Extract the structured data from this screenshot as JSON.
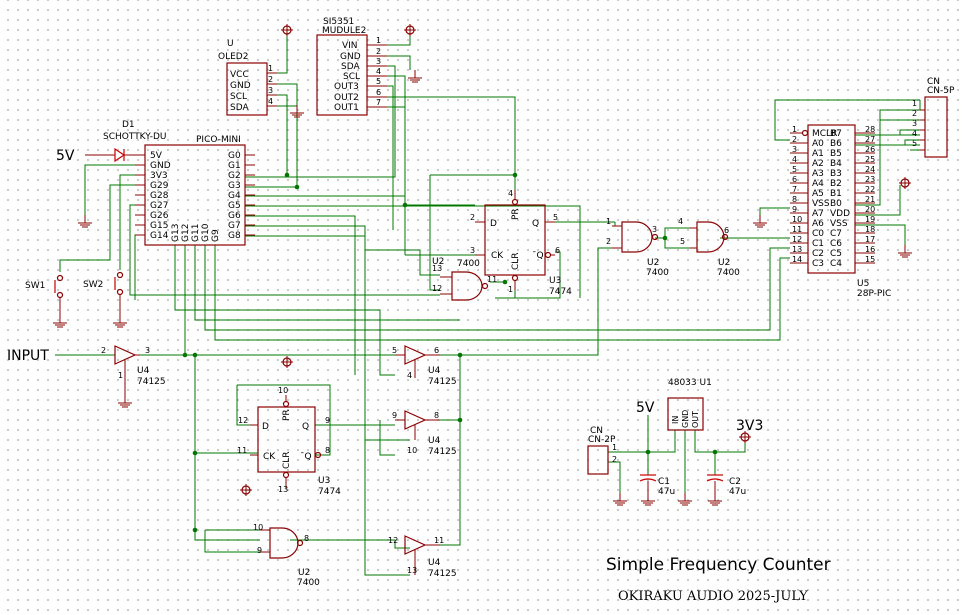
{
  "title": "Simple Frequency Counter",
  "credit": "OKIRAKU AUDIO 2025-JULY",
  "net_labels": {
    "v5_left": "5V",
    "v5_reg": "5V",
    "v33": "3V3",
    "input": "INPUT"
  },
  "oled": {
    "ref": "U",
    "name": "OLED2",
    "pins": [
      "VCC",
      "GND",
      "SCL",
      "SDA"
    ],
    "nums": [
      "1",
      "2",
      "3",
      "4"
    ]
  },
  "si5351": {
    "ref": "SI5351",
    "name": "MUDULE2",
    "pins": [
      "VIN",
      "GND",
      "SDA",
      "SCL",
      "OUT3",
      "OUT2",
      "OUT1"
    ],
    "nums": [
      "1",
      "2",
      "3",
      "4",
      "5",
      "6",
      "7"
    ]
  },
  "diode": {
    "ref": "D1",
    "name": "SCHOTTKY-DU"
  },
  "pico": {
    "name": "PICO-MINI",
    "left_pins": [
      "5V",
      "GND",
      "3V3",
      "G29",
      "G28",
      "G27",
      "G26",
      "G15",
      "G14"
    ],
    "right_pins": [
      "G0",
      "G1",
      "G2",
      "G3",
      "G4",
      "G5",
      "G6",
      "G7",
      "G8"
    ],
    "bottom_pins": [
      "G13",
      "G12",
      "G11",
      "G10",
      "G9"
    ]
  },
  "switches": {
    "sw1": "SW1",
    "sw2": "SW2"
  },
  "ff_top": {
    "pins": [
      "D",
      "CK",
      "Q",
      "¯Q",
      "PR",
      "CLR"
    ],
    "nums": {
      "d": "2",
      "ck": "3",
      "q": "5",
      "qn": "6",
      "pr": "4",
      "clr": "1"
    },
    "ref": "U3",
    "part": "7474"
  },
  "ff_bot": {
    "pins": [
      "D",
      "CK",
      "Q",
      "¯Q",
      "PR",
      "CLR"
    ],
    "nums": {
      "d": "12",
      "ck": "11",
      "q": "9",
      "qn": "8",
      "pr": "10",
      "clr": "13"
    },
    "ref": "U3",
    "part": "7474"
  },
  "nand_small": {
    "ref": "U2",
    "part": "7400",
    "nums": [
      "13",
      "12",
      "11"
    ]
  },
  "nand1": {
    "ref": "U2",
    "part": "7400",
    "nums": [
      "1",
      "2",
      "3"
    ]
  },
  "nand2": {
    "ref": "U2",
    "part": "7400",
    "nums": [
      "4",
      "5",
      "6"
    ]
  },
  "nand3": {
    "ref": "U2",
    "part": "7400",
    "nums": [
      "10",
      "9",
      "8"
    ]
  },
  "buf_in": {
    "ref": "U4",
    "part": "74125",
    "nums": [
      "2",
      "3",
      "1"
    ]
  },
  "buf_a": {
    "ref": "U4",
    "part": "74125",
    "nums": [
      "5",
      "6",
      "4"
    ]
  },
  "buf_b": {
    "ref": "U4",
    "part": "74125",
    "nums": [
      "9",
      "8",
      "10"
    ]
  },
  "buf_c": {
    "ref": "U4",
    "part": "74125",
    "nums": [
      "12",
      "11",
      "13"
    ]
  },
  "pic": {
    "ref": "U5",
    "name": "28P-PIC",
    "left_pins": [
      "MCLR",
      "A0",
      "A1",
      "A2",
      "A3",
      "A4",
      "A5",
      "VSS",
      "A7",
      "A6",
      "C0",
      "C1",
      "C2",
      "C3"
    ],
    "right_pins": [
      "B7",
      "B6",
      "B5",
      "B4",
      "B3",
      "B2",
      "B1",
      "B0",
      "VDD",
      "VSS",
      "C7",
      "C6",
      "C5",
      "C4"
    ]
  },
  "cn5": {
    "ref": "CN",
    "name": "CN-5P",
    "nums": [
      "1",
      "2",
      "3",
      "4",
      "5"
    ]
  },
  "cn2": {
    "ref": "CN",
    "name": "CN-2P",
    "nums": [
      "1",
      "2"
    ]
  },
  "reg": {
    "ref": "48033 U1",
    "pins": [
      "IN",
      "GND",
      "OUT"
    ]
  },
  "c1": {
    "ref": "C1",
    "val": "47u"
  },
  "c2": {
    "ref": "C2",
    "val": "47u"
  }
}
